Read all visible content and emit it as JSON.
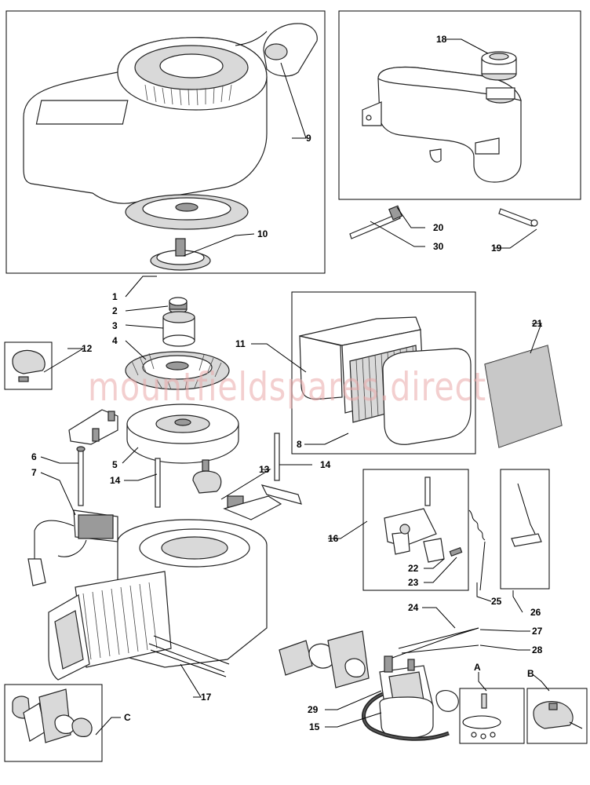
{
  "watermark": "mountfieldspares.direct",
  "callouts": [
    {
      "id": "c1",
      "label": "1"
    },
    {
      "id": "c2",
      "label": "2"
    },
    {
      "id": "c3",
      "label": "3"
    },
    {
      "id": "c4",
      "label": "4"
    },
    {
      "id": "c5",
      "label": "5"
    },
    {
      "id": "c6",
      "label": "6"
    },
    {
      "id": "c7",
      "label": "7"
    },
    {
      "id": "c8",
      "label": "8"
    },
    {
      "id": "c9",
      "label": "9"
    },
    {
      "id": "c10",
      "label": "10"
    },
    {
      "id": "c11",
      "label": "11"
    },
    {
      "id": "c12",
      "label": "12"
    },
    {
      "id": "c13",
      "label": "13"
    },
    {
      "id": "c14a",
      "label": "14"
    },
    {
      "id": "c14b",
      "label": "14"
    },
    {
      "id": "c15",
      "label": "15"
    },
    {
      "id": "c16",
      "label": "16"
    },
    {
      "id": "c17",
      "label": "17"
    },
    {
      "id": "c18",
      "label": "18"
    },
    {
      "id": "c19",
      "label": "19"
    },
    {
      "id": "c20",
      "label": "20"
    },
    {
      "id": "c21",
      "label": "21"
    },
    {
      "id": "c22",
      "label": "22"
    },
    {
      "id": "c23",
      "label": "23"
    },
    {
      "id": "c24",
      "label": "24"
    },
    {
      "id": "c25",
      "label": "25"
    },
    {
      "id": "c26",
      "label": "26"
    },
    {
      "id": "c27",
      "label": "27"
    },
    {
      "id": "c28",
      "label": "28"
    },
    {
      "id": "c29",
      "label": "29"
    },
    {
      "id": "c30",
      "label": "30"
    },
    {
      "id": "cA",
      "label": "A"
    },
    {
      "id": "cB",
      "label": "B"
    },
    {
      "id": "cC",
      "label": "C"
    }
  ]
}
